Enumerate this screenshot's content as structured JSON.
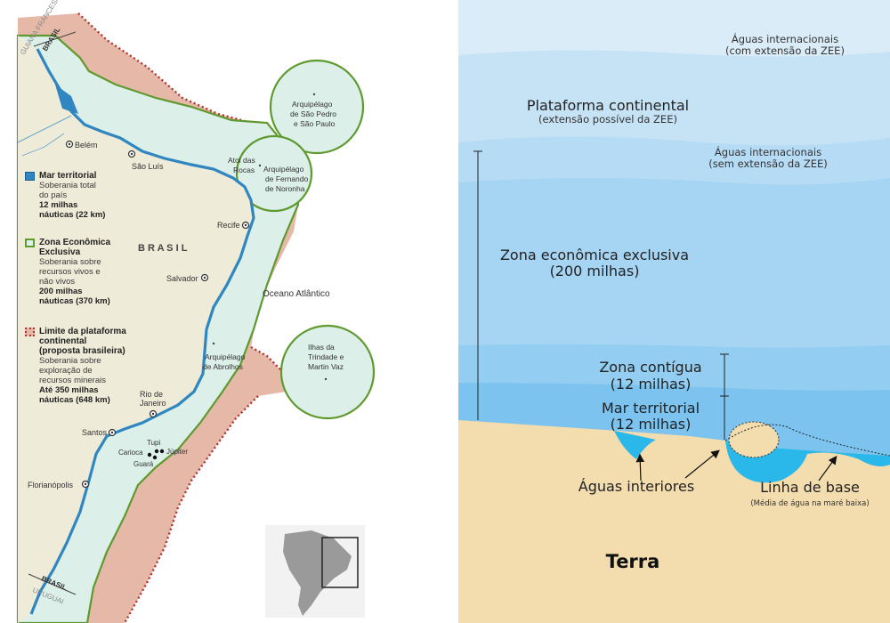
{
  "map": {
    "borders": {
      "guiana": "GUIANA FRANCESA",
      "brasil_top": "BRASIL",
      "brasil_bottom": "BRASIL",
      "uruguai": "URUGUAI"
    },
    "cities": {
      "belem": "Belém",
      "sao_luis": "São Luís",
      "recife": "Recife",
      "salvador": "Salvador",
      "rio_l1": "Rio de",
      "rio_l2": "Janeiro",
      "santos": "Santos",
      "florianopolis": "Florianópolis"
    },
    "places": {
      "sp_l1": "Arquipélago",
      "sp_l2": "de São Pedro",
      "sp_l3": "e São Paulo",
      "atol_l1": "Atol das",
      "atol_l2": "Rocas",
      "fn_l1": "Arquipélago",
      "fn_l2": "de Fernando",
      "fn_l3": "de Noronha",
      "abr_l1": "Arquipélago",
      "abr_l2": "de Abrolhos",
      "trin_l1": "Ilhas da",
      "trin_l2": "Trindade e",
      "trin_l3": "Martin Vaz",
      "country": "B R A S I L",
      "ocean": "Oceano Atlântico"
    },
    "fields": {
      "tupi": "Tupi",
      "carioca": "Carioca",
      "jupiter": "Júpiter",
      "guara": "Guará"
    },
    "legend": {
      "territorial": {
        "title": "Mar territorial",
        "l1": "Soberania total",
        "l2": "do país",
        "b1": "12 milhas",
        "b2": "náuticas (22 km)"
      },
      "zee": {
        "t1": "Zona Econômica",
        "t2": "Exclusiva",
        "l1": "Soberania sobre",
        "l2": "recursos vivos e",
        "l3": "não vivos",
        "b1": "200 milhas",
        "b2": "náuticas (370 km)"
      },
      "plataforma": {
        "t1": "Limite da plataforma",
        "t2": "continental",
        "t3": "(proposta brasileira)",
        "l1": "Soberania sobre",
        "l2": "exploração de",
        "l3": "recursos minerais",
        "b1": "Até 350 milhas",
        "b2": "náuticas (648 km)"
      }
    },
    "colors": {
      "land": "#efebd9",
      "zee": "#dcefe9",
      "zee_border": "#5f9a2f",
      "platform": "#e5b8a8",
      "platform_border": "#b0322b",
      "territorial": "#2f86c0",
      "water": "#ffffff"
    }
  },
  "diagram": {
    "labels": {
      "intl_with_l1": "Águas internacionais",
      "intl_with_l2": "(com extensão da ZEE)",
      "platform_l1": "Plataforma continental",
      "platform_l2": "(extensão possível da ZEE)",
      "intl_without_l1": "Águas internacionais",
      "intl_without_l2": "(sem extensão da ZEE)",
      "zee_l1": "Zona econômica exclusiva",
      "zee_l2": "(200 milhas)",
      "contigua_l1": "Zona contígua",
      "contigua_l2": "(12 milhas)",
      "territorial_l1": "Mar territorial",
      "territorial_l2": "(12 milhas)",
      "interiores": "Águas interiores",
      "baseline": "Linha de base",
      "baseline_note": "(Média de água na maré baixa)",
      "terra": "Terra"
    },
    "colors": {
      "band1": "#d9ecf8",
      "band2": "#c6e2f5",
      "band3": "#b6dbf4",
      "band4": "#9dd1f2",
      "band5": "#84c7f0",
      "band6": "#6cbdee",
      "land": "#f3dcae",
      "interior_water": "#2ab8ea"
    }
  }
}
